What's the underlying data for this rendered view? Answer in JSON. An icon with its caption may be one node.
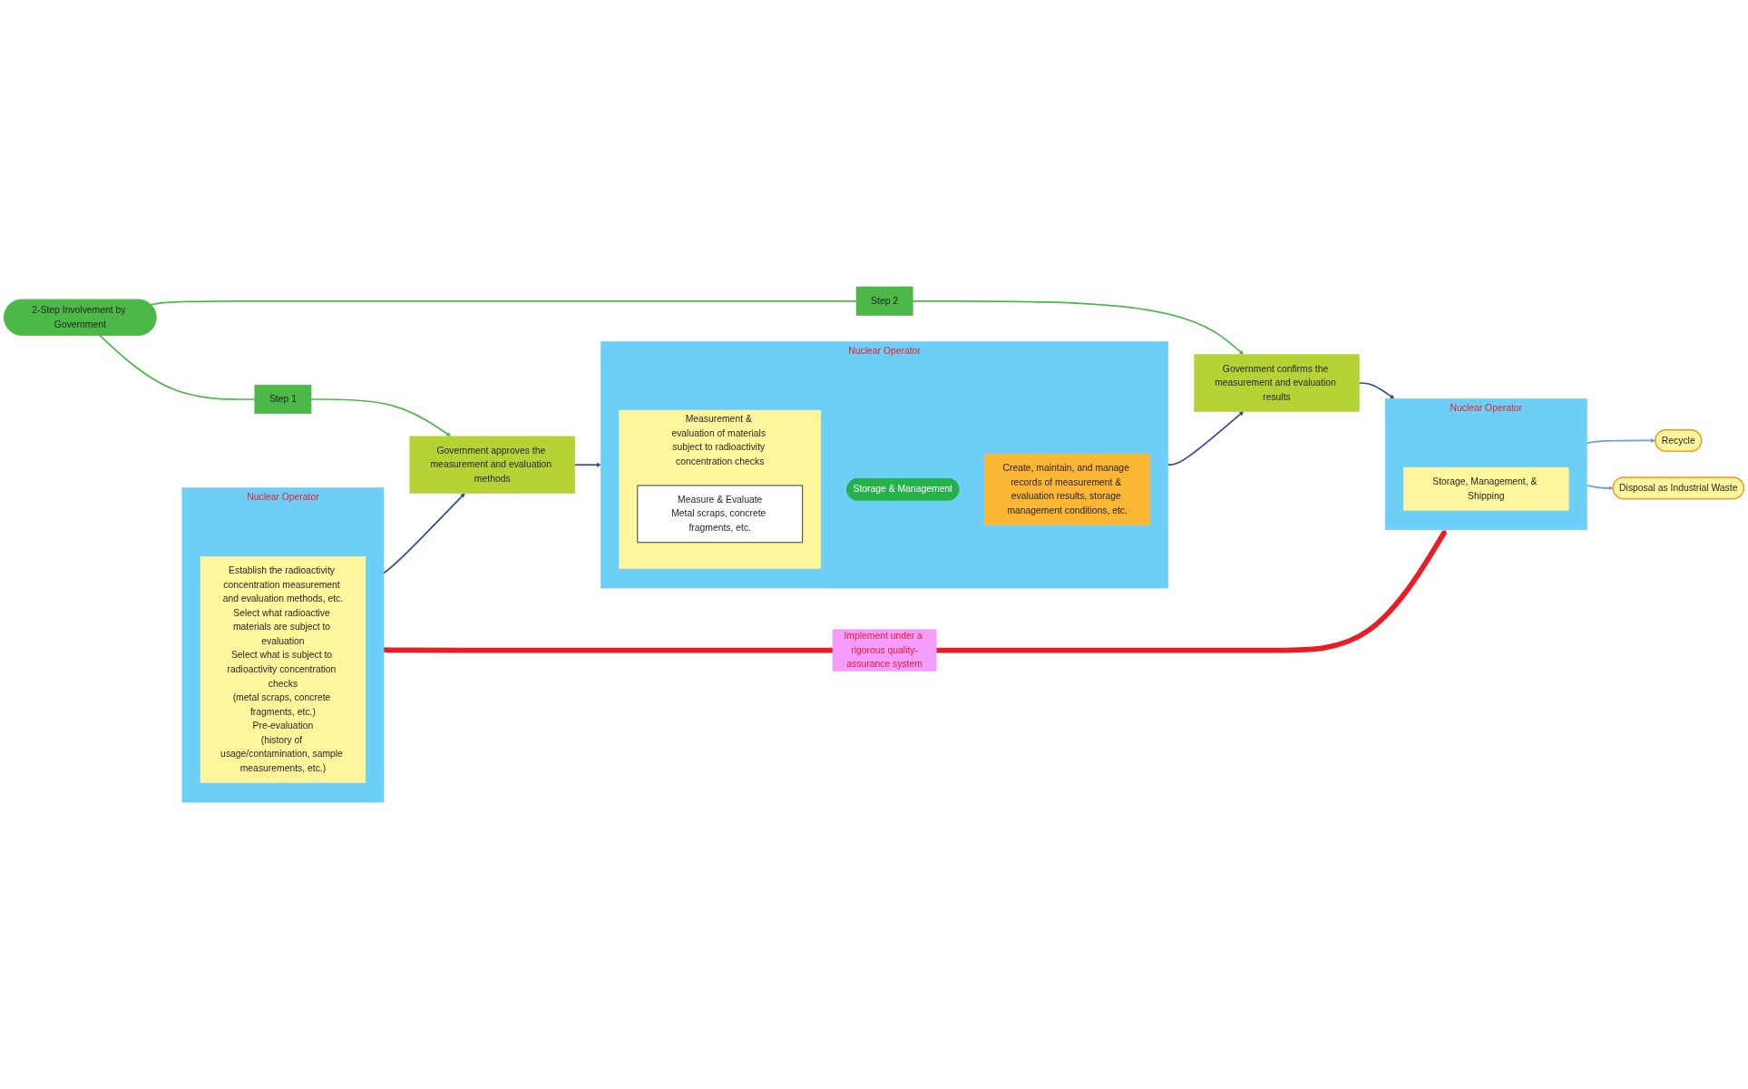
{
  "diagram": {
    "nodes": [
      {
        "text": [
          "Nuclear Operator"
        ]
      },
      {
        "text": [
          "Establish the radioactivity concentration measurement and evaluation methods, etc.",
          "Select what radioactive materials are subject to evaluation",
          "Select what is subject to radioactivity concentration checks",
          "(metal scraps, concrete fragments, etc.)",
          "Pre-evaluation",
          "(history of usage/contamination, sample measurements, etc.)"
        ],
        "in": 0
      },
      {
        "text": [
          "2-Step Involvement by Government"
        ]
      },
      {
        "text": [
          "Step 1"
        ]
      },
      {
        "text": [
          "Government approves the measurement and evaluation methods"
        ]
      },
      {
        "text": [
          "Nuclear Operator"
        ]
      },
      {
        "text": [
          "Measurement & evaluation of materials subject to radioactivity concentration checks"
        ],
        "in": 5
      },
      {
        "text": [
          "Measure & Evaluate",
          "Metal scraps, concrete fragments, etc."
        ],
        "in": 6
      },
      {
        "text": [
          "Storage & Management"
        ],
        "in": 5
      },
      {
        "text": [
          "Create, maintain, and manage records of measurement & evaluation results, storage management conditions, etc."
        ],
        "in": 5
      },
      {
        "text": [
          "Step 2"
        ]
      },
      {
        "text": [
          "Government confirms the measurement and evaluation results"
        ]
      },
      {
        "text": [
          "Nuclear Operator"
        ]
      },
      {
        "text": [
          "Storage, Management, & Shipping"
        ],
        "in": 12
      },
      {
        "text": [
          "Recycle"
        ]
      },
      {
        "text": [
          "Disposal as Industrial Waste"
        ]
      }
    ],
    "edges": [
      {
        "from": 2,
        "to": 3,
        "arrow": "none",
        "color": "#4cb848"
      },
      {
        "from": 2,
        "to": 10,
        "arrow": "none",
        "color": "#4cb848"
      },
      {
        "from": 3,
        "to": 4,
        "arrow": "to",
        "color": "#4cb848"
      },
      {
        "from": 10,
        "to": 11,
        "arrow": "to",
        "color": "#4cb848"
      },
      {
        "from": 0,
        "to": 4,
        "arrow": "to",
        "color": "#2e4a9e"
      },
      {
        "from": 4,
        "to": 5,
        "arrow": "to",
        "color": "#2e4a9e"
      },
      {
        "from": 5,
        "to": 11,
        "arrow": "to",
        "color": "#2e4a9e"
      },
      {
        "from": 11,
        "to": 12,
        "arrow": "to",
        "color": "#2e4a9e"
      },
      {
        "from": 12,
        "to": 14,
        "arrow": "to",
        "color": "#6a9fd8"
      },
      {
        "from": 12,
        "to": 15,
        "arrow": "to",
        "color": "#6a9fd8"
      },
      {
        "from": 0,
        "to": 12,
        "arrow": "to",
        "label": "Implement under a rigorous quality-assurance system",
        "style": "thick",
        "color": "#ed1c24"
      }
    ]
  }
}
